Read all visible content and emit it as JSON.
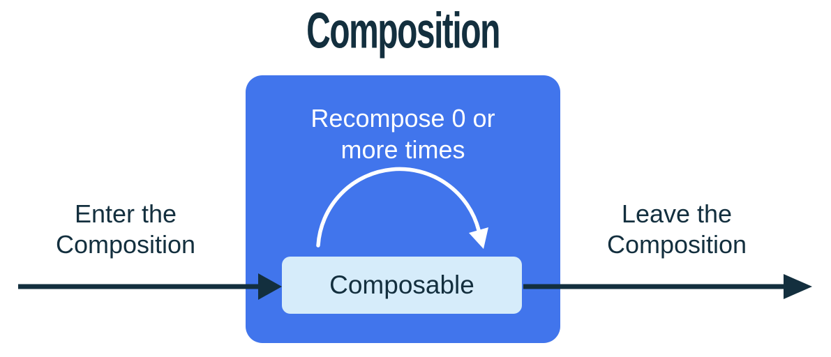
{
  "diagram": {
    "title": "Composition",
    "composition_box": {
      "recompose_lines": [
        "Recompose 0 or",
        "more times"
      ]
    },
    "composable_label": "Composable",
    "enter_lines": [
      "Enter the",
      "Composition"
    ],
    "leave_lines": [
      "Leave the",
      "Composition"
    ],
    "icons": {
      "enter_arrow": "right-arrow-icon",
      "leave_arrow": "right-arrow-icon",
      "recompose_arc": "curved-loop-arrow-icon"
    }
  },
  "colors": {
    "accent-blue": "#4175ec",
    "light-blue": "#d6ecfa",
    "ink-navy": "#132f3e",
    "arc-white": "#ffffff"
  }
}
